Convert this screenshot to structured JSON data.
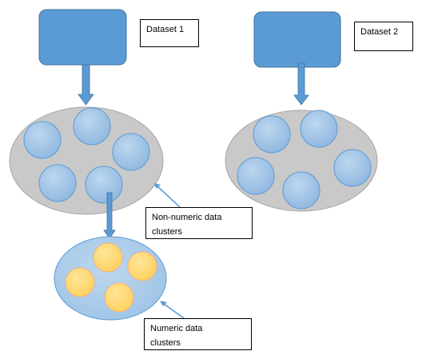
{
  "labels": {
    "dataset1": "Dataset 1",
    "dataset2": "Dataset 2",
    "non_numeric": "Non-numeric data\nclusters",
    "numeric": "Numeric data\nclusters"
  },
  "colors": {
    "dataset_box_fill": "#5b9bd5",
    "dataset_box_stroke": "#41719c",
    "gray_ellipse_fill": "#c9c9c9",
    "gray_ellipse_stroke": "#a5a5a5",
    "blue_circle_fill": "#9dc3e6",
    "blue_circle_stroke": "#5b9bd5",
    "light_ellipse_fill": "#9dc3e6",
    "light_ellipse_stroke": "#5b9bd5",
    "yellow_circle_fill": "#ffd966",
    "yellow_circle_stroke": "#f4b183",
    "arrow_fill": "#5b9bd5"
  }
}
